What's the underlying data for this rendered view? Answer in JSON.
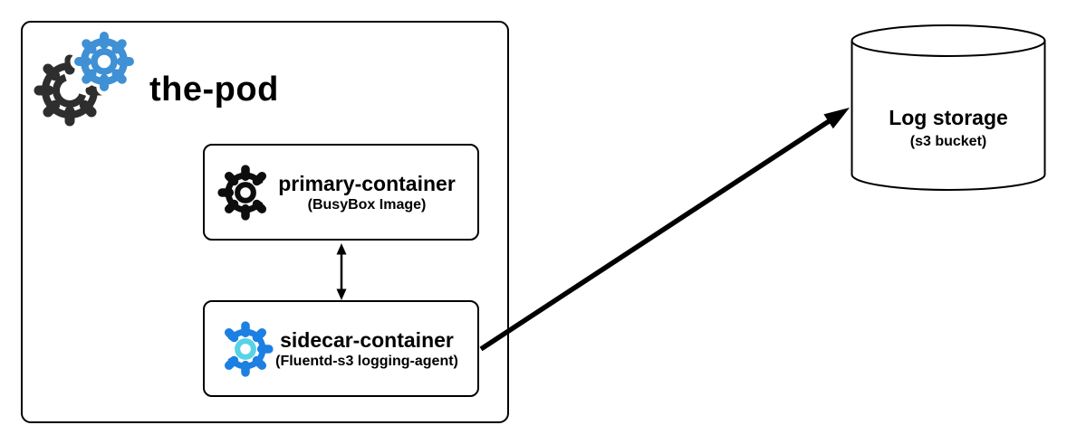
{
  "pod": {
    "title": "the-pod",
    "icon": "pod-gears-icon",
    "containers": [
      {
        "name": "primary-container",
        "subtitle": "(BusyBox Image)",
        "icon": "gear-icon"
      },
      {
        "name": "sidecar-container",
        "subtitle": "(Fluentd-s3 logging-agent)",
        "icon": "gear-icon"
      }
    ]
  },
  "storage": {
    "title": "Log storage",
    "subtitle": "(s3 bucket)",
    "shape": "cylinder"
  },
  "arrows": [
    {
      "name": "primary-sidecar-link",
      "type": "double-headed",
      "from": "primary-container",
      "to": "sidecar-container"
    },
    {
      "name": "log-flow",
      "type": "single-headed",
      "from": "sidecar-container",
      "to": "Log storage"
    }
  ],
  "colors": {
    "outline": "#000000",
    "arrow": "#000000",
    "pod_gear_dark": "#2e2e2e",
    "pod_gear_blue": "#3f90d5",
    "container_gear_dark": "#0d0d0d",
    "sidecar_gear_blue": "#1c7fe2",
    "sidecar_gear_center": "#58d2e6"
  }
}
